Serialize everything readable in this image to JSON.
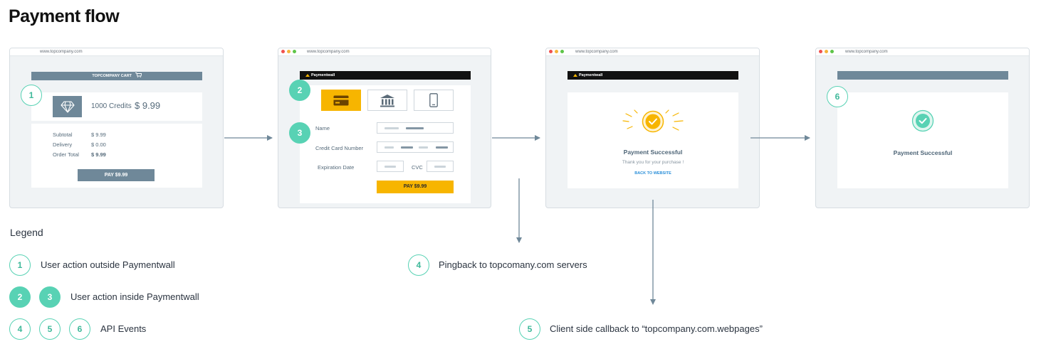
{
  "title": "Payment flow",
  "windows": {
    "cart": {
      "url": "www.topcompany.com",
      "header": "TOPCOMPANY CART",
      "product_label": "1000 Credits",
      "product_price": "$ 9.99",
      "subtotal_label": "Subtotal",
      "subtotal_value": "$ 9.99",
      "delivery_label": "Delivery",
      "delivery_value": "$ 0.00",
      "total_label": "Order Total",
      "total_value": "$ 9.99",
      "pay_button": "PAY $9.99"
    },
    "checkout": {
      "url": "www.topcompany.com",
      "brand": "Paymentwall",
      "name_label": "Name",
      "card_label": "Credit Card Number",
      "expiry_label": "Expiration Date",
      "cvc_label": "CVC",
      "pay_button": "PAY $9.99"
    },
    "success": {
      "url": "www.topcompany.com",
      "brand": "Paymentwall",
      "title": "Payment Successful",
      "thanks": "Thank you for your purchase !",
      "back_link": "BACK TO WEBSITE"
    },
    "final": {
      "url": "www.topcompany.com",
      "title": "Payment Successful"
    }
  },
  "badges": {
    "b1": "1",
    "b2": "2",
    "b3": "3",
    "b6": "6"
  },
  "legend": {
    "title": "Legend",
    "items": [
      {
        "badges": [
          "1"
        ],
        "text": "User action outside Paymentwall"
      },
      {
        "badges": [
          "2",
          "3"
        ],
        "text": "User action inside Paymentwall"
      },
      {
        "badges": [
          "4",
          "5",
          "6"
        ],
        "text": "API Events"
      }
    ]
  },
  "events": {
    "pingback": {
      "badge": "4",
      "text": "Pingback to topcomany.com servers"
    },
    "callback": {
      "badge": "5",
      "text": "Client side callback to “topcompany.com.webpages”"
    }
  },
  "colors": {
    "teal": "#58d2b4",
    "slate": "#6f8899",
    "yellow": "#f7b500",
    "arrow": "#6f8899",
    "link": "#2a8fd9"
  },
  "icons": [
    "cart-icon",
    "diamond-icon",
    "credit-card-icon",
    "bank-icon",
    "mobile-icon",
    "check-icon",
    "arrow-right-icon",
    "arrow-down-icon"
  ]
}
